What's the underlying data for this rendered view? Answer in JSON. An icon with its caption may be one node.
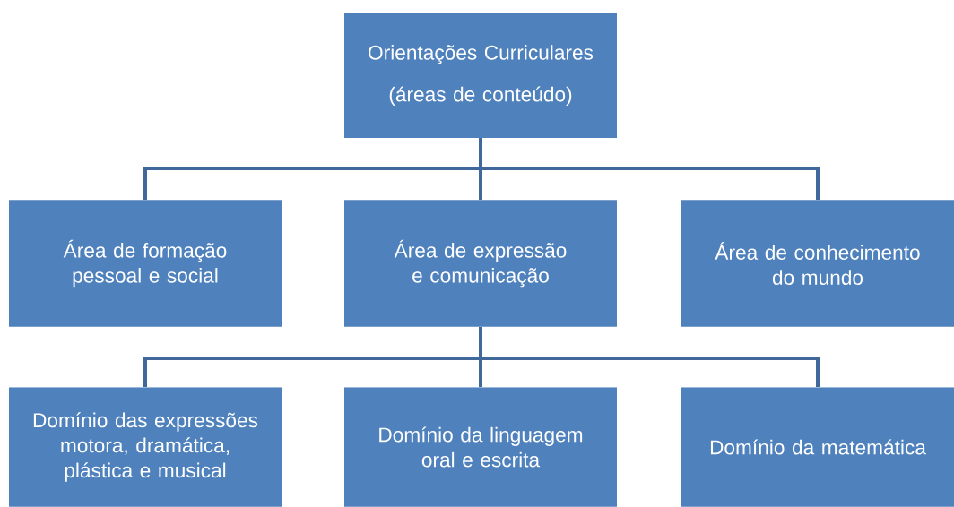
{
  "diagram": {
    "nodes": [
      {
        "text": [
          "Orientações Curriculares",
          "(áreas de conteúdo)"
        ]
      },
      {
        "text": [
          "Área de formação pessoal e social"
        ]
      },
      {
        "text": [
          "Área de expressão e comunicação"
        ]
      },
      {
        "text": [
          "Área de conhecimento do mundo"
        ]
      },
      {
        "text": [
          "Domínio das expressões motora, dramática, plástica e musical"
        ]
      },
      {
        "text": [
          "Domínio da linguagem oral e escrita"
        ]
      },
      {
        "text": [
          "Domínio da matemática"
        ]
      }
    ],
    "edges": [
      {
        "from": 0,
        "to": 1,
        "arrow": "none"
      },
      {
        "from": 0,
        "to": 2,
        "arrow": "none"
      },
      {
        "from": 0,
        "to": 3,
        "arrow": "none"
      },
      {
        "from": 2,
        "to": 4,
        "arrow": "none"
      },
      {
        "from": 2,
        "to": 5,
        "arrow": "none"
      },
      {
        "from": 2,
        "to": 6,
        "arrow": "none"
      }
    ]
  }
}
